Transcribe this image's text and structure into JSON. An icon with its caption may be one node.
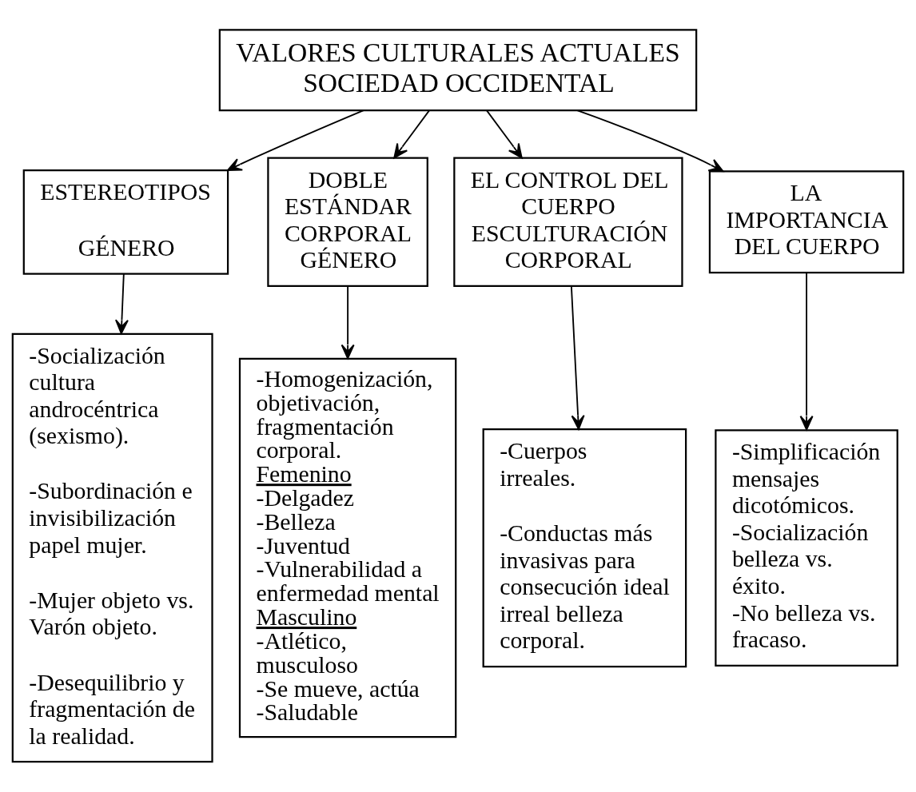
{
  "diagram": {
    "nodes": [
      {
        "text": [
          "VALORES CULTURALES ACTUALES SOCIEDAD OCCIDENTAL"
        ]
      },
      {
        "text": [
          "ESTEREOTIPOS",
          "GÉNERO"
        ]
      },
      {
        "text": [
          "DOBLE ESTÁNDAR CORPORAL GÉNERO"
        ]
      },
      {
        "text": [
          "EL CONTROL DEL CUERPO ESCULTURACIÓN CORPORAL"
        ]
      },
      {
        "text": [
          "LA IMPORTANCIA DEL CUERPO"
        ]
      },
      {
        "text": [
          "-Socialización cultura androcéntrica (sexismo).",
          "-Subordinación e invisibilización papel mujer.",
          "-Mujer objeto vs. Varón objeto.",
          "-Desequilibrio y fragmentación de la realidad."
        ]
      },
      {
        "text": [
          "-Homogenización, objetivación, fragmentación corporal.",
          "Femenino",
          "-Delgadez",
          "-Belleza",
          "-Juventud",
          "-Vulnerabilidad a enfermedad mental",
          "Masculino",
          "-Atlético, musculoso",
          "-Se mueve, actúa",
          "-Saludable"
        ]
      },
      {
        "text": [
          "-Cuerpos irreales.",
          "-Conductas más invasivas para consecución ideal irreal belleza corporal."
        ]
      },
      {
        "text": [
          "-Simplificación mensajes dicotómicos.",
          "-Socialización belleza vs. éxito.",
          "-No belleza vs. fracaso."
        ]
      }
    ],
    "edges": [
      {
        "from": 0,
        "to": 1,
        "arrow": "to"
      },
      {
        "from": 0,
        "to": 2,
        "arrow": "to"
      },
      {
        "from": 0,
        "to": 3,
        "arrow": "to"
      },
      {
        "from": 0,
        "to": 4,
        "arrow": "to"
      },
      {
        "from": 1,
        "to": 5,
        "arrow": "to"
      },
      {
        "from": 2,
        "to": 6,
        "arrow": "to"
      },
      {
        "from": 3,
        "to": 7,
        "arrow": "to"
      },
      {
        "from": 4,
        "to": 8,
        "arrow": "to"
      }
    ]
  }
}
